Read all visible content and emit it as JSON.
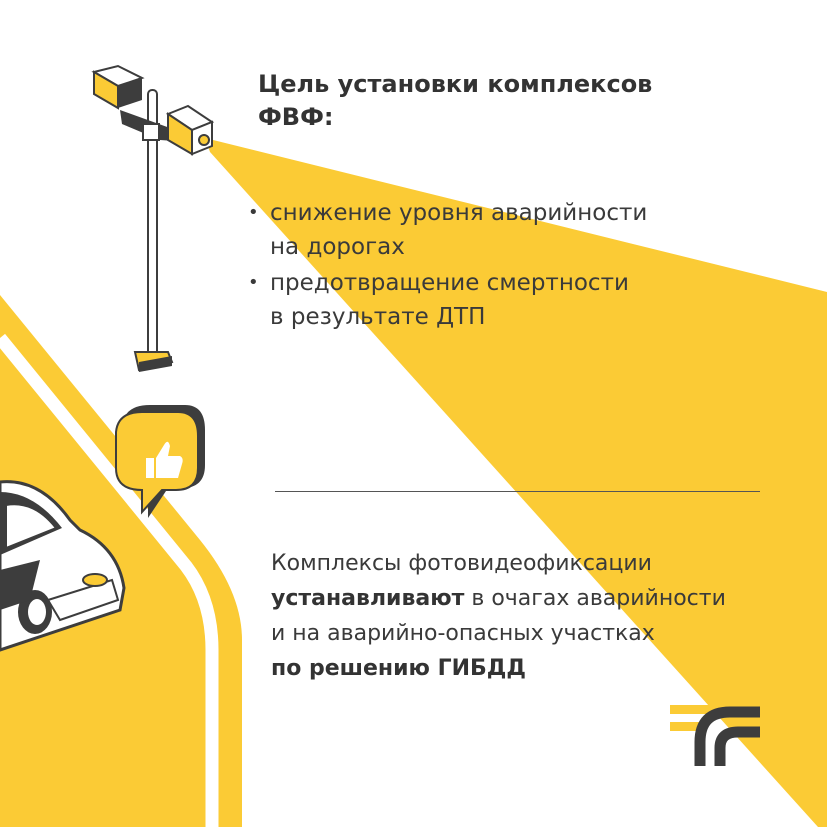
{
  "heading": {
    "line1": "Цель установки комплексов",
    "line2": "ФВФ:"
  },
  "goals": [
    {
      "line1": "снижение уровня аварийности",
      "line2": "на дорогах"
    },
    {
      "line1": "предотвращение смертности",
      "line2": "в результате ДТП"
    }
  ],
  "note": {
    "line1": "Комплексы фотовидеофиксации",
    "line2_bold": "устанавливают",
    "line2_rest": " в очагах аварийности",
    "line3": "и на аварийно-опасных участках",
    "line4_bold": "по решению ГИБДД"
  },
  "colors": {
    "accent": "#FBCB35",
    "dark": "#3d3d3d"
  },
  "icons": [
    "camera-pole-icon",
    "thumbs-up-icon",
    "car-icon",
    "logo-icon"
  ]
}
